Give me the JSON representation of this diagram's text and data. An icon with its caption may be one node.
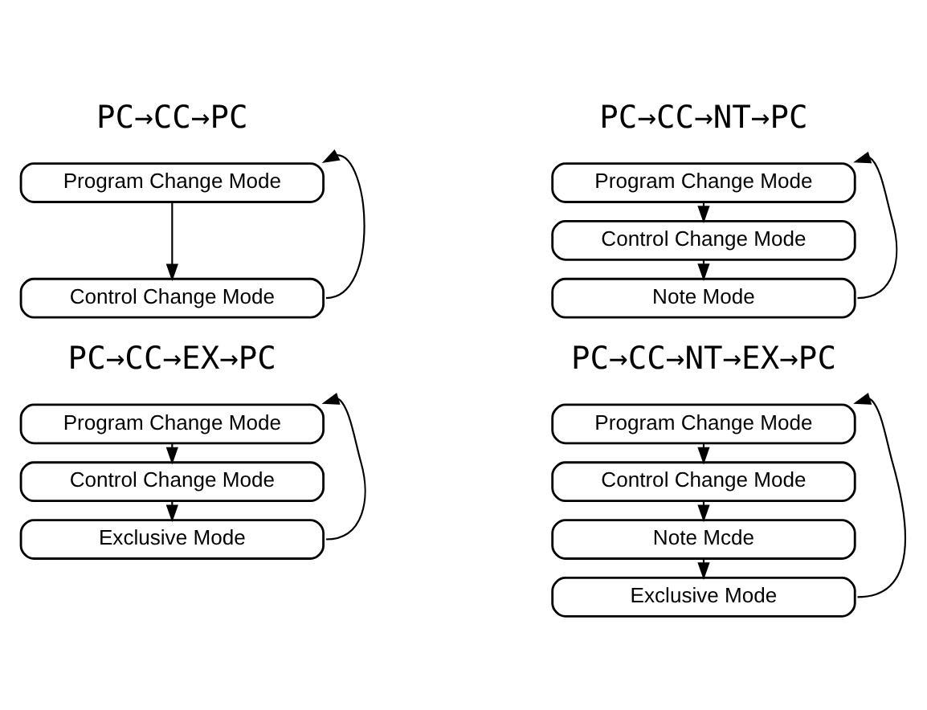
{
  "diagram": {
    "nodes": [
      {
        "text": [
          "Program Change Mode"
        ]
      },
      {
        "text": [
          "Control Change Mode"
        ]
      },
      {
        "text": [
          "Program Change Mode"
        ]
      },
      {
        "text": [
          "Control Change Mode"
        ]
      },
      {
        "text": [
          "Note Mode"
        ]
      },
      {
        "text": [
          "Program Change Mode"
        ]
      },
      {
        "text": [
          "Control Change Mode"
        ]
      },
      {
        "text": [
          "Exclusive Mode"
        ]
      },
      {
        "text": [
          "Program Change Mode"
        ]
      },
      {
        "text": [
          "Control Change Mode"
        ]
      },
      {
        "text": [
          "Note Mcde"
        ]
      },
      {
        "text": [
          "Exclusive Mode"
        ]
      }
    ],
    "edges": [
      {
        "from": 0,
        "to": 1,
        "arrow": "to"
      },
      {
        "from": 1,
        "to": 0,
        "arrow": "to"
      },
      {
        "from": 2,
        "to": 3,
        "arrow": "to"
      },
      {
        "from": 3,
        "to": 4,
        "arrow": "to"
      },
      {
        "from": 4,
        "to": 2,
        "arrow": "to"
      },
      {
        "from": 5,
        "to": 6,
        "arrow": "to"
      },
      {
        "from": 6,
        "to": 7,
        "arrow": "to"
      },
      {
        "from": 7,
        "to": 5,
        "arrow": "to"
      },
      {
        "from": 8,
        "to": 9,
        "arrow": "to"
      },
      {
        "from": 9,
        "to": 10,
        "arrow": "to"
      },
      {
        "from": 10,
        "to": 11,
        "arrow": "to"
      },
      {
        "from": 11,
        "to": 8,
        "arrow": "to"
      }
    ],
    "labels": [
      "PC→CC→PC",
      "PC→CC→NT→PC",
      "PC→CC→EX→PC",
      "PC→CC→NT→EX→PC"
    ]
  }
}
